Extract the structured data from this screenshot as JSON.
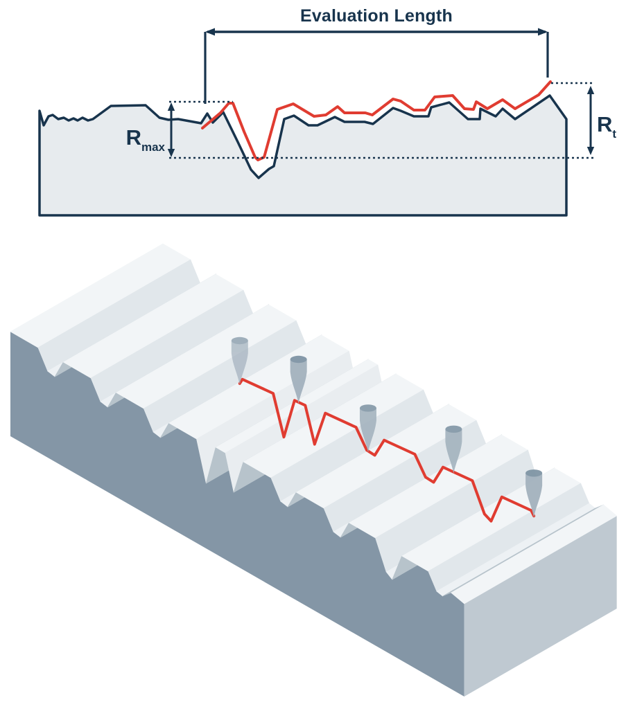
{
  "figure": {
    "name": "surface-roughness-diagram",
    "title": {
      "label": "Evaluation Length"
    },
    "labels": {
      "r_max_base": "R",
      "r_max_sub": "max",
      "r_t_base": "R",
      "r_t_sub": "t"
    },
    "colors": {
      "navy": "#18344d",
      "red": "#e03c31",
      "profile_fill": "#e7ebee",
      "face_left": "#8496a6",
      "face_right": "#bfc9d1",
      "stripe_flat": "#f2f5f7",
      "stripe_slope": "#e1e7eb",
      "stripe_shelf": "#edf1f4",
      "stripe_wall": "#b7c3cb",
      "deep_wall": "#e9edf0",
      "stylus_body": "#a3b2be",
      "stylus_top": "#8095a5",
      "background": "#ffffff"
    }
  }
}
